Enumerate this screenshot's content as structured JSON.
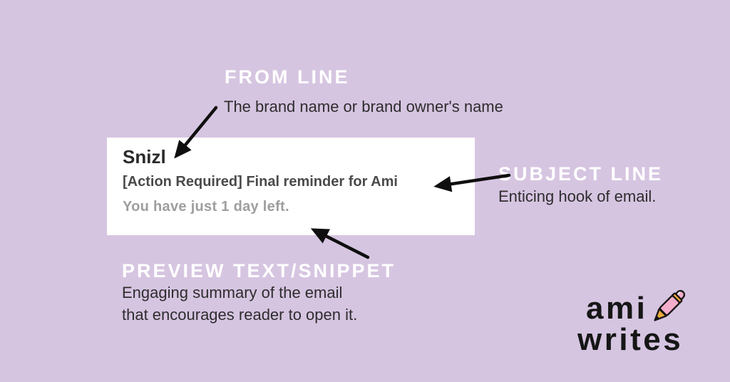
{
  "colors": {
    "bg": "#d6c5e1",
    "card_bg": "#ffffff",
    "heading_text": "#ffffff",
    "body_text": "#2e2d2e",
    "card_from_text": "#2b2a2b",
    "card_subject_text": "#4b4a4b",
    "card_snippet_text": "#9e9da0",
    "arrow": "#0f0f0f",
    "logo_text": "#161616",
    "pen_pink": "#f4aecb",
    "pen_gold": "#edaa3c"
  },
  "annotations": {
    "from_line": {
      "heading": "FROM LINE",
      "description": "The brand name or brand owner's name"
    },
    "subject_line": {
      "heading": "SUBJECT LINE",
      "description": "Enticing hook of email."
    },
    "preview_text": {
      "heading": "PREVIEW TEXT/SNIPPET",
      "description_line1": "Engaging summary of the email",
      "description_line2": "that encourages reader to open it."
    }
  },
  "email_preview": {
    "from_name": "Snizl",
    "subject": "[Action Required] Final reminder for Ami",
    "snippet": "You have just 1 day left."
  },
  "logo": {
    "word1": "ami",
    "word2": "writes",
    "icon": "pink-pen-icon"
  }
}
